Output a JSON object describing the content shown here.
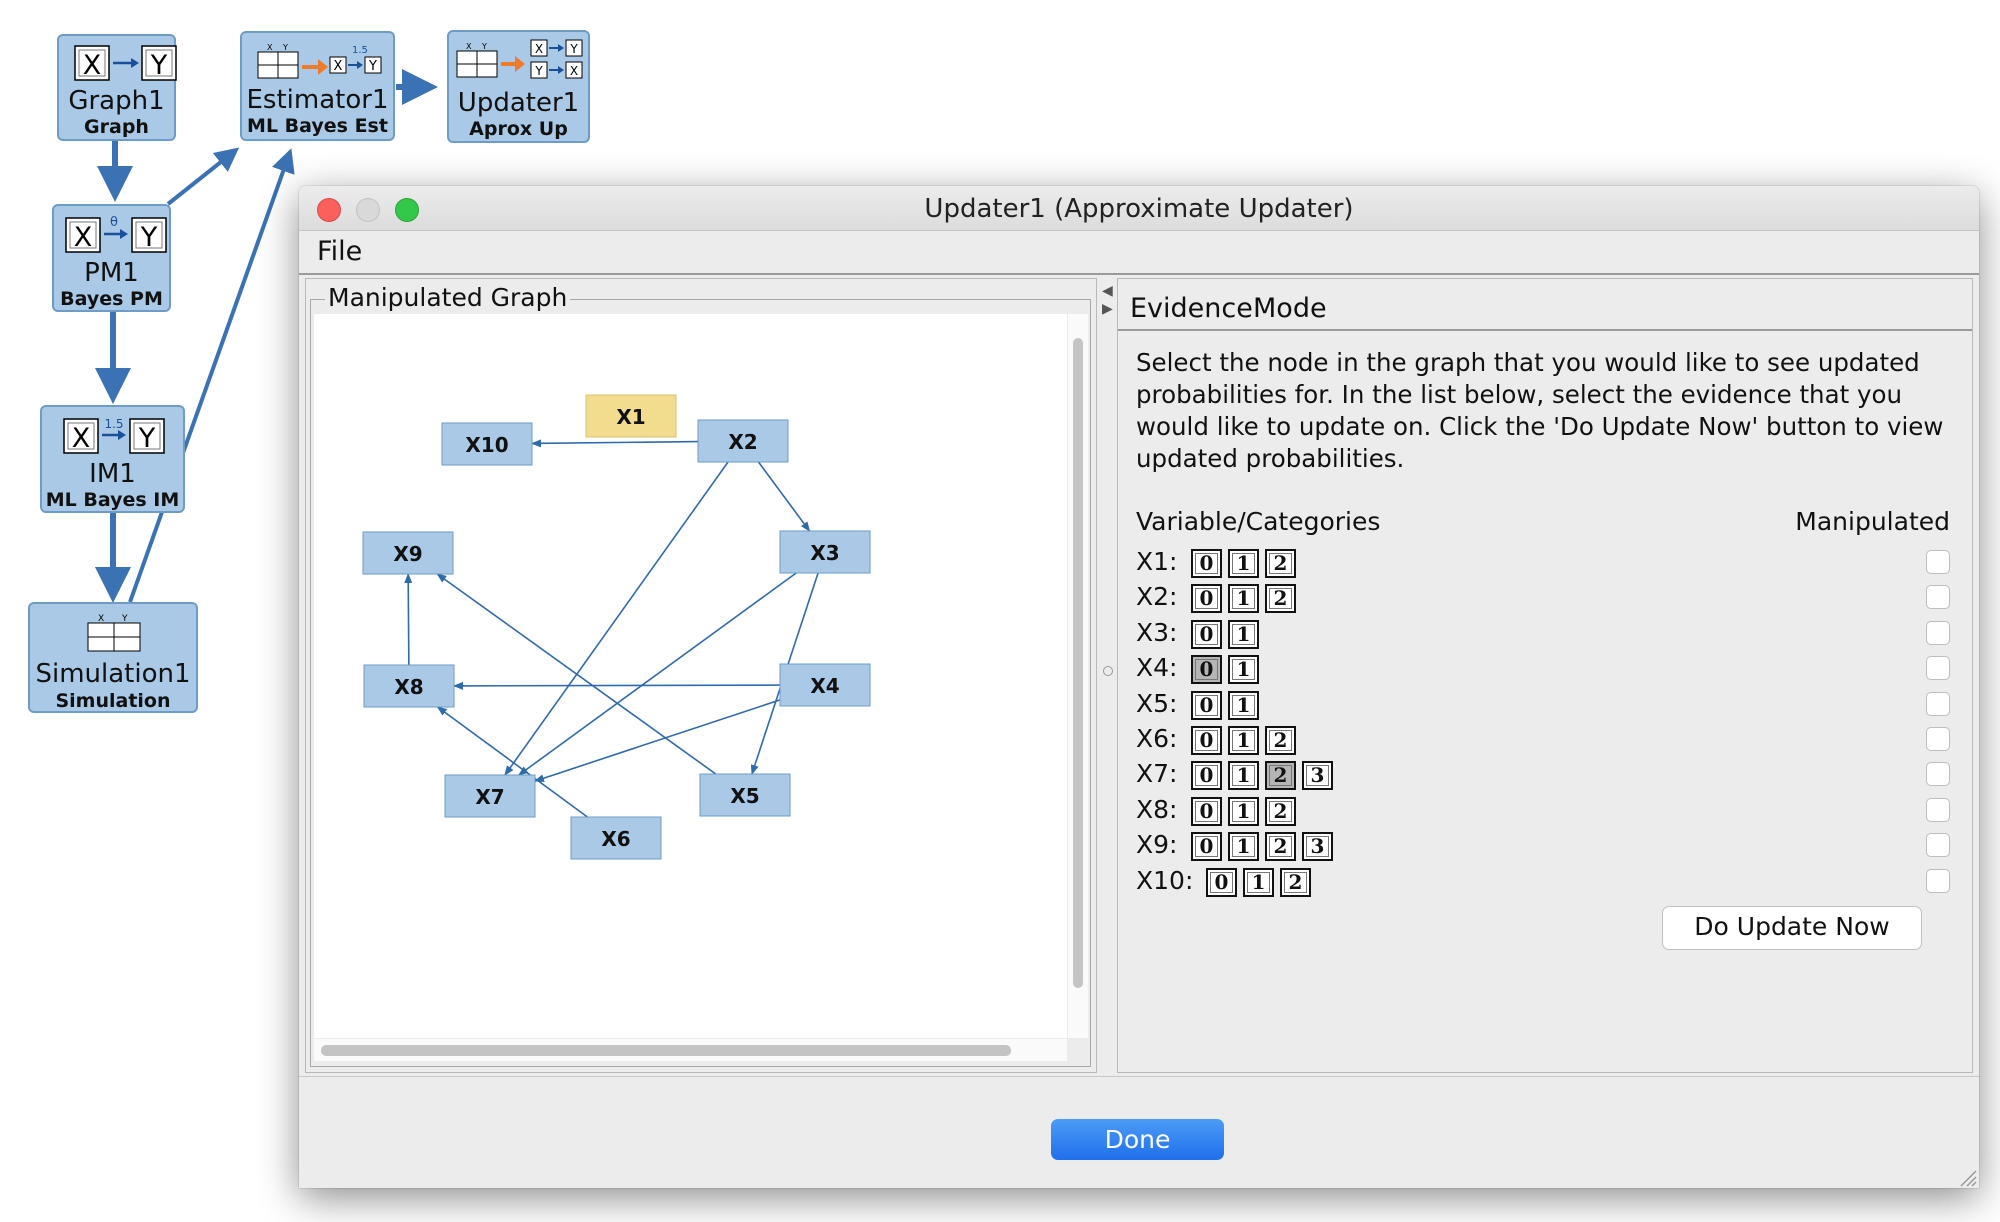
{
  "workflow": {
    "nodes": [
      {
        "id": "graph1",
        "name": "Graph1",
        "type": "Graph"
      },
      {
        "id": "estimator1",
        "name": "Estimator1",
        "type": "ML Bayes Est"
      },
      {
        "id": "updater1",
        "name": "Updater1",
        "type": "Aprox Up"
      },
      {
        "id": "pm1",
        "name": "PM1",
        "type": "Bayes PM"
      },
      {
        "id": "im1",
        "name": "IM1",
        "type": "ML Bayes IM"
      },
      {
        "id": "simulation1",
        "name": "Simulation1",
        "type": "Simulation"
      }
    ],
    "icon_labels": {
      "x": "X",
      "y": "Y",
      "num": "1.5",
      "theta": "θ"
    }
  },
  "dialog": {
    "title": "Updater1 (Approximate Updater)",
    "menu": {
      "file": "File"
    },
    "graph_panel": {
      "legend": "Manipulated Graph",
      "nodes": [
        {
          "label": "X1",
          "highlighted": true
        },
        {
          "label": "X2"
        },
        {
          "label": "X3"
        },
        {
          "label": "X4"
        },
        {
          "label": "X5"
        },
        {
          "label": "X6"
        },
        {
          "label": "X7"
        },
        {
          "label": "X8"
        },
        {
          "label": "X9"
        },
        {
          "label": "X10"
        }
      ],
      "edges": [
        [
          "X2",
          "X10"
        ],
        [
          "X2",
          "X3"
        ],
        [
          "X2",
          "X7"
        ],
        [
          "X3",
          "X7"
        ],
        [
          "X3",
          "X5"
        ],
        [
          "X4",
          "X8"
        ],
        [
          "X4",
          "X7"
        ],
        [
          "X5",
          "X9"
        ],
        [
          "X6",
          "X8"
        ],
        [
          "X8",
          "X9"
        ]
      ]
    },
    "tabs": {
      "evidence": "Evidence",
      "mode": "Mode"
    },
    "instructions": "Select the node in the graph that you would like to see updated probabilities for. In the list below, select the evidence that you would like to update on. Click the 'Do Update Now' button to view updated probabilities.",
    "table_headers": {
      "variables": "Variable/Categories",
      "manipulated": "Manipulated"
    },
    "variables": [
      {
        "label": "X1:",
        "categories": [
          "0",
          "1",
          "2"
        ],
        "selected": []
      },
      {
        "label": "X2:",
        "categories": [
          "0",
          "1",
          "2"
        ],
        "selected": []
      },
      {
        "label": "X3:",
        "categories": [
          "0",
          "1"
        ],
        "selected": []
      },
      {
        "label": "X4:",
        "categories": [
          "0",
          "1"
        ],
        "selected": [
          0
        ]
      },
      {
        "label": "X5:",
        "categories": [
          "0",
          "1"
        ],
        "selected": []
      },
      {
        "label": "X6:",
        "categories": [
          "0",
          "1",
          "2"
        ],
        "selected": []
      },
      {
        "label": "X7:",
        "categories": [
          "0",
          "1",
          "2",
          "3"
        ],
        "selected": [
          2
        ]
      },
      {
        "label": "X8:",
        "categories": [
          "0",
          "1",
          "2"
        ],
        "selected": []
      },
      {
        "label": "X9:",
        "categories": [
          "0",
          "1",
          "2",
          "3"
        ],
        "selected": []
      },
      {
        "label": "X10:",
        "categories": [
          "0",
          "1",
          "2"
        ],
        "selected": []
      }
    ],
    "do_update_label": "Do Update Now",
    "done_label": "Done"
  },
  "colors": {
    "node_fill": "#a9c9e6",
    "node_border": "#6e9cc6",
    "highlight_fill": "#f2dd8e",
    "edge": "#2f6aaa",
    "done_button": "#2f80f2",
    "icon_arrow_orange": "#f07a2b"
  }
}
